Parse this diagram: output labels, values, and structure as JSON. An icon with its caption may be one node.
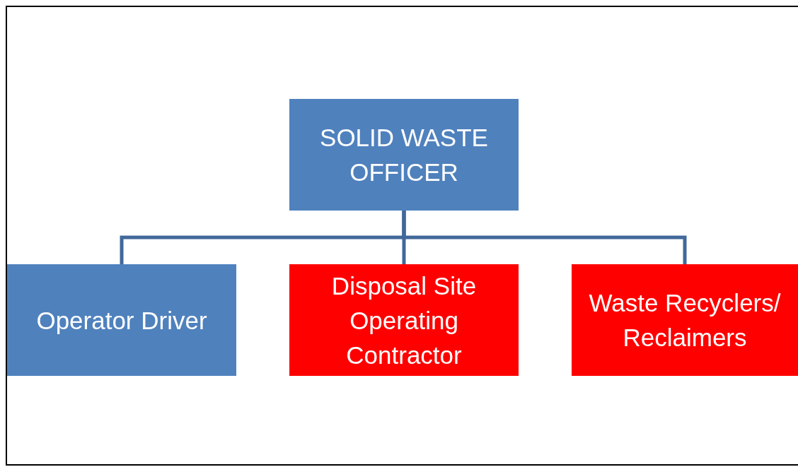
{
  "diagram": {
    "nodes": [
      {
        "text": [
          "SOLID WASTE OFFICER"
        ]
      },
      {
        "text": [
          "Operator Driver"
        ]
      },
      {
        "text": [
          "Disposal Site Operating Contractor"
        ]
      },
      {
        "text": [
          "Waste Recyclers/ Reclaimers"
        ]
      }
    ],
    "edges": [
      {
        "from": 0,
        "to": 1,
        "arrow": "none"
      },
      {
        "from": 0,
        "to": 2,
        "arrow": "none"
      },
      {
        "from": 0,
        "to": 3,
        "arrow": "none"
      }
    ]
  }
}
